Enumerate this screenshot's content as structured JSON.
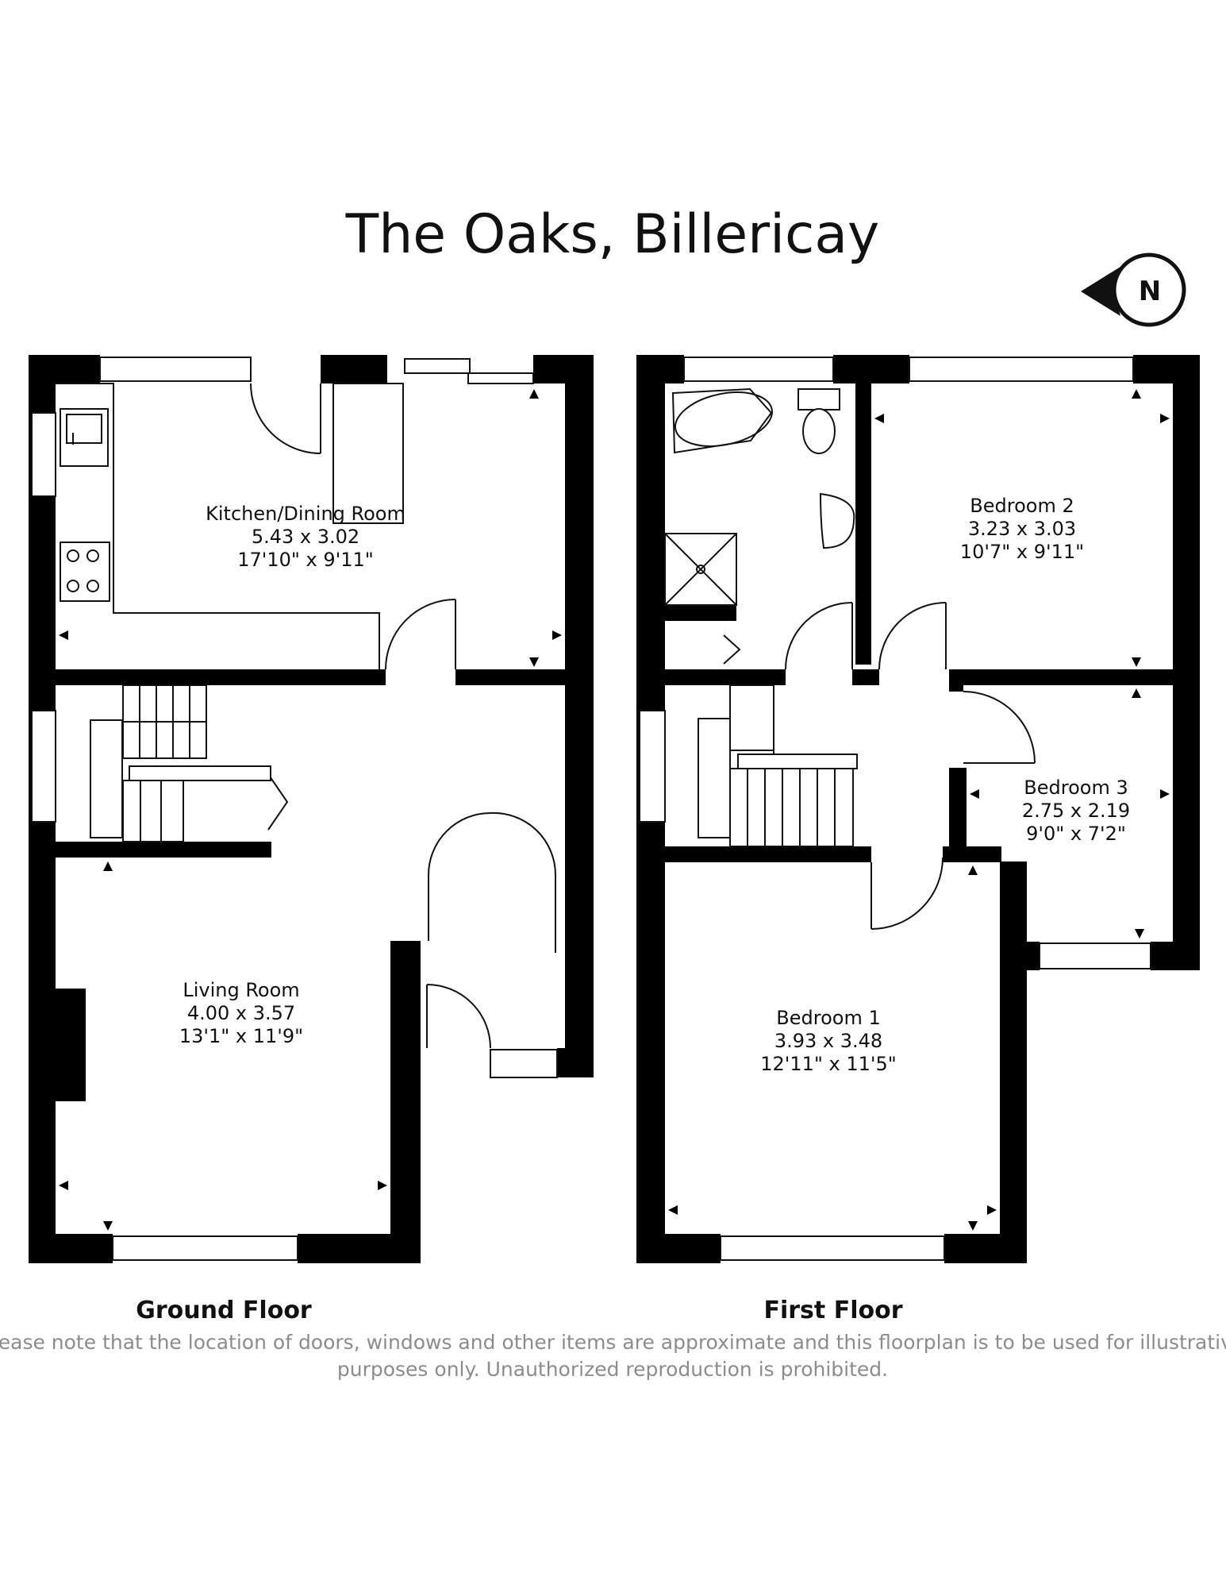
{
  "title": "The Oaks, Billericay",
  "compass": {
    "letter": "N",
    "icon": "north-arrow-icon"
  },
  "floors": [
    {
      "label": "Ground Floor",
      "rooms": [
        {
          "name": "Kitchen/Dining Room",
          "metric": "5.43 x 3.02",
          "imperial": "17'10\" x 9'11\""
        },
        {
          "name": "Living Room",
          "metric": "4.00 x 3.57",
          "imperial": "13'1\" x 11'9\""
        }
      ]
    },
    {
      "label": "First Floor",
      "rooms": [
        {
          "name": "Bedroom 2",
          "metric": "3.23 x 3.03",
          "imperial": "10'7\" x 9'11\""
        },
        {
          "name": "Bedroom 3",
          "metric": "2.75 x 2.19",
          "imperial": "9'0\" x 7'2\""
        },
        {
          "name": "Bedroom 1",
          "metric": "3.93 x 3.48",
          "imperial": "12'11\" x 11'5\""
        }
      ]
    }
  ],
  "disclaimer": {
    "line1": "Please note that the location of doors, windows and other items are approximate and this floorplan is to be used for illustrative",
    "line2": "purposes only. Unauthorized reproduction is prohibited."
  },
  "colors": {
    "wall": "#000000",
    "text": "#111111",
    "disclaimer": "#8c8c8c"
  }
}
